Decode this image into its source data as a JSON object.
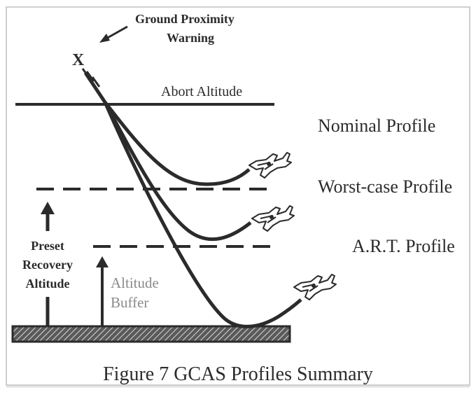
{
  "figure": {
    "caption": "Figure 7  GCAS Profiles Summary"
  },
  "labels": {
    "warning_line1": "Ground Proximity",
    "warning_line2": "Warning",
    "warning_marker": "X",
    "abort_altitude": "Abort Altitude",
    "nominal_profile": "Nominal Profile",
    "worst_case_profile": "Worst-case Profile",
    "art_profile": "A.R.T. Profile",
    "preset_line1": "Preset",
    "preset_line2": "Recovery",
    "preset_line3": "Altitude",
    "buffer_line1": "Altitude",
    "buffer_line2": "Buffer"
  },
  "colors": {
    "ink": "#2b2b2b",
    "buffer_text": "#8a8a8a",
    "frame": "#bfbfbf",
    "background": "#ffffff"
  }
}
